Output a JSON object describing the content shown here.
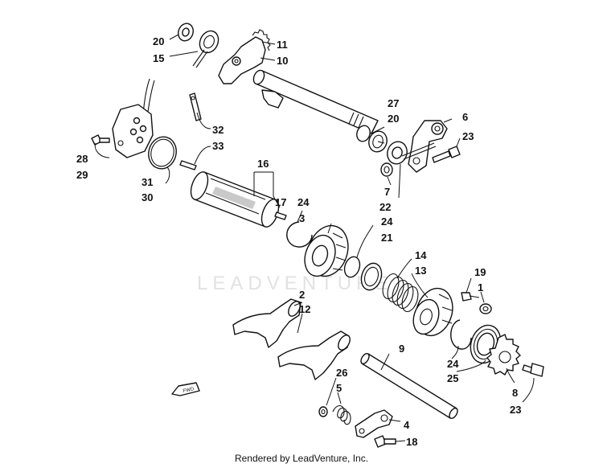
{
  "watermark": "LEADVENTURE",
  "fwd_label": "FWD",
  "footer": "Rendered by LeadVenture, Inc.",
  "callouts": {
    "c20a": "20",
    "c15": "15",
    "c11": "11",
    "c10": "10",
    "c32": "32",
    "c33": "33",
    "c28": "28",
    "c29": "29",
    "c31": "31",
    "c30": "30",
    "c16": "16",
    "c17": "17",
    "c27": "27",
    "c20b": "20",
    "c6": "6",
    "c23a": "23",
    "c7": "7",
    "c22": "22",
    "c24a": "24",
    "c3": "3",
    "c24b": "24",
    "c21": "21",
    "c14": "14",
    "c13": "13",
    "c19": "19",
    "c1": "1",
    "c2": "2",
    "c12": "12",
    "c9": "9",
    "c26": "26",
    "c5": "5",
    "c24c": "24",
    "c25": "25",
    "c8": "8",
    "c23b": "23",
    "c4": "4",
    "c18": "18"
  }
}
